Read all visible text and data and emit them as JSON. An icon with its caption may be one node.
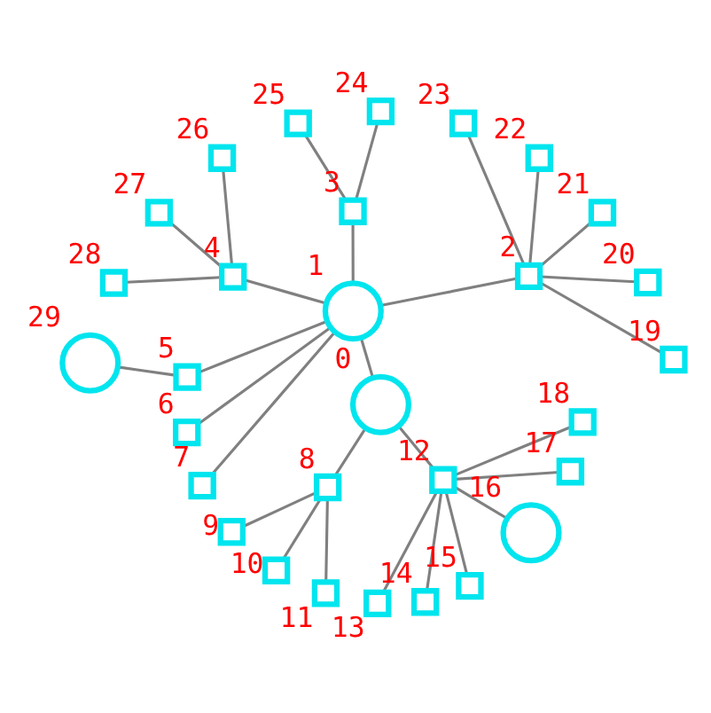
{
  "diagram": {
    "nodes": [
      {
        "text": [],
        "shape": "circle",
        "beside": [
          "0"
        ]
      },
      {
        "text": [],
        "shape": "circle",
        "beside": [
          "1"
        ]
      },
      {
        "text": [],
        "shape": "box",
        "beside": [
          "2"
        ]
      },
      {
        "text": [],
        "shape": "box",
        "beside": [
          "3"
        ]
      },
      {
        "text": [],
        "shape": "box",
        "beside": [
          "4"
        ]
      },
      {
        "text": [],
        "shape": "box",
        "beside": [
          "5"
        ]
      },
      {
        "text": [],
        "shape": "box",
        "beside": [
          "6"
        ]
      },
      {
        "text": [],
        "shape": "box",
        "beside": [
          "7"
        ]
      },
      {
        "text": [],
        "shape": "box",
        "beside": [
          "8"
        ]
      },
      {
        "text": [],
        "shape": "box",
        "beside": [
          "9"
        ]
      },
      {
        "text": [],
        "shape": "box",
        "beside": [
          "10"
        ]
      },
      {
        "text": [],
        "shape": "box",
        "beside": [
          "11"
        ]
      },
      {
        "text": [],
        "shape": "box",
        "beside": [
          "12"
        ]
      },
      {
        "text": [],
        "shape": "box",
        "beside": [
          "13"
        ]
      },
      {
        "text": [],
        "shape": "box",
        "beside": [
          "14"
        ]
      },
      {
        "text": [],
        "shape": "box",
        "beside": [
          "15"
        ]
      },
      {
        "text": [],
        "shape": "circle",
        "beside": [
          "16"
        ]
      },
      {
        "text": [],
        "shape": "box",
        "beside": [
          "17"
        ]
      },
      {
        "text": [],
        "shape": "box",
        "beside": [
          "18"
        ]
      },
      {
        "text": [],
        "shape": "box",
        "beside": [
          "19"
        ]
      },
      {
        "text": [],
        "shape": "box",
        "beside": [
          "20"
        ]
      },
      {
        "text": [],
        "shape": "box",
        "beside": [
          "21"
        ]
      },
      {
        "text": [],
        "shape": "box",
        "beside": [
          "22"
        ]
      },
      {
        "text": [],
        "shape": "box",
        "beside": [
          "23"
        ]
      },
      {
        "text": [],
        "shape": "box",
        "beside": [
          "24"
        ]
      },
      {
        "text": [],
        "shape": "box",
        "beside": [
          "25"
        ]
      },
      {
        "text": [],
        "shape": "box",
        "beside": [
          "26"
        ]
      },
      {
        "text": [],
        "shape": "box",
        "beside": [
          "27"
        ]
      },
      {
        "text": [],
        "shape": "box",
        "beside": [
          "28"
        ]
      },
      {
        "text": [],
        "shape": "circle",
        "beside": [
          "29"
        ]
      }
    ],
    "edges": [
      {
        "from": 0,
        "to": 1,
        "arrow": "none"
      },
      {
        "from": 0,
        "to": 8,
        "arrow": "none"
      },
      {
        "from": 0,
        "to": 12,
        "arrow": "none"
      },
      {
        "from": 1,
        "to": 2,
        "arrow": "none"
      },
      {
        "from": 1,
        "to": 3,
        "arrow": "none"
      },
      {
        "from": 1,
        "to": 4,
        "arrow": "none"
      },
      {
        "from": 1,
        "to": 5,
        "arrow": "none"
      },
      {
        "from": 1,
        "to": 6,
        "arrow": "none"
      },
      {
        "from": 1,
        "to": 7,
        "arrow": "none"
      },
      {
        "from": 2,
        "to": 19,
        "arrow": "none"
      },
      {
        "from": 2,
        "to": 20,
        "arrow": "none"
      },
      {
        "from": 2,
        "to": 21,
        "arrow": "none"
      },
      {
        "from": 2,
        "to": 22,
        "arrow": "none"
      },
      {
        "from": 2,
        "to": 23,
        "arrow": "none"
      },
      {
        "from": 3,
        "to": 24,
        "arrow": "none"
      },
      {
        "from": 3,
        "to": 25,
        "arrow": "none"
      },
      {
        "from": 4,
        "to": 26,
        "arrow": "none"
      },
      {
        "from": 4,
        "to": 27,
        "arrow": "none"
      },
      {
        "from": 4,
        "to": 28,
        "arrow": "none"
      },
      {
        "from": 5,
        "to": 29,
        "arrow": "none"
      },
      {
        "from": 8,
        "to": 9,
        "arrow": "none"
      },
      {
        "from": 8,
        "to": 10,
        "arrow": "none"
      },
      {
        "from": 8,
        "to": 11,
        "arrow": "none"
      },
      {
        "from": 12,
        "to": 13,
        "arrow": "none"
      },
      {
        "from": 12,
        "to": 14,
        "arrow": "none"
      },
      {
        "from": 12,
        "to": 15,
        "arrow": "none"
      },
      {
        "from": 12,
        "to": 16,
        "arrow": "none"
      },
      {
        "from": 12,
        "to": 17,
        "arrow": "none"
      },
      {
        "from": 12,
        "to": 18,
        "arrow": "none"
      }
    ]
  }
}
